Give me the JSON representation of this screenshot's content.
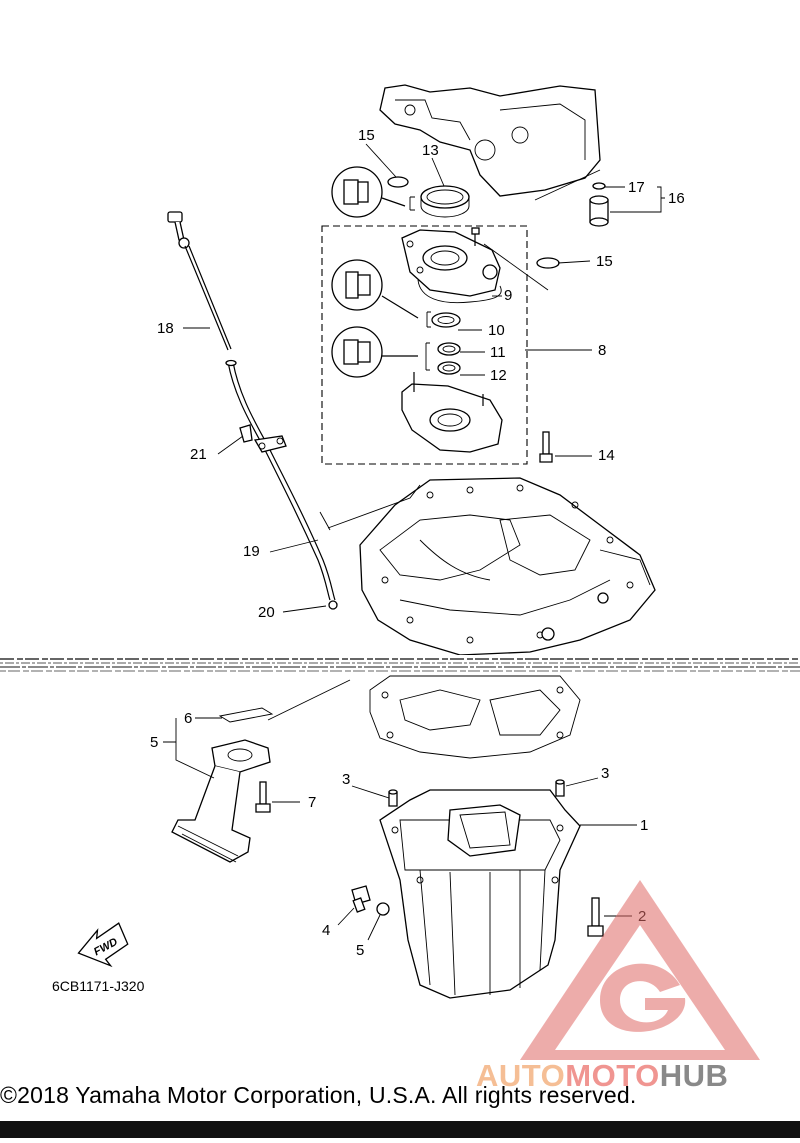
{
  "diagram": {
    "code": "6CB1171-J320",
    "fwd_label": "FWD",
    "copyright": "©2018 Yamaha Motor Corporation, U.S.A. All rights reserved.",
    "callouts": [
      "1",
      "2",
      "3",
      "3",
      "4",
      "5",
      "6",
      "7",
      "8",
      "9",
      "10",
      "11",
      "12",
      "12",
      "13",
      "14",
      "15",
      "15",
      "16",
      "17",
      "18",
      "19",
      "20",
      "21"
    ]
  },
  "watermark": {
    "part1": "AUTO",
    "part2": "MOTO",
    "part3": "HUB",
    "colors": {
      "orange": "#f5b88a",
      "red": "#ef8a86",
      "gray": "#7d7d7d"
    }
  }
}
